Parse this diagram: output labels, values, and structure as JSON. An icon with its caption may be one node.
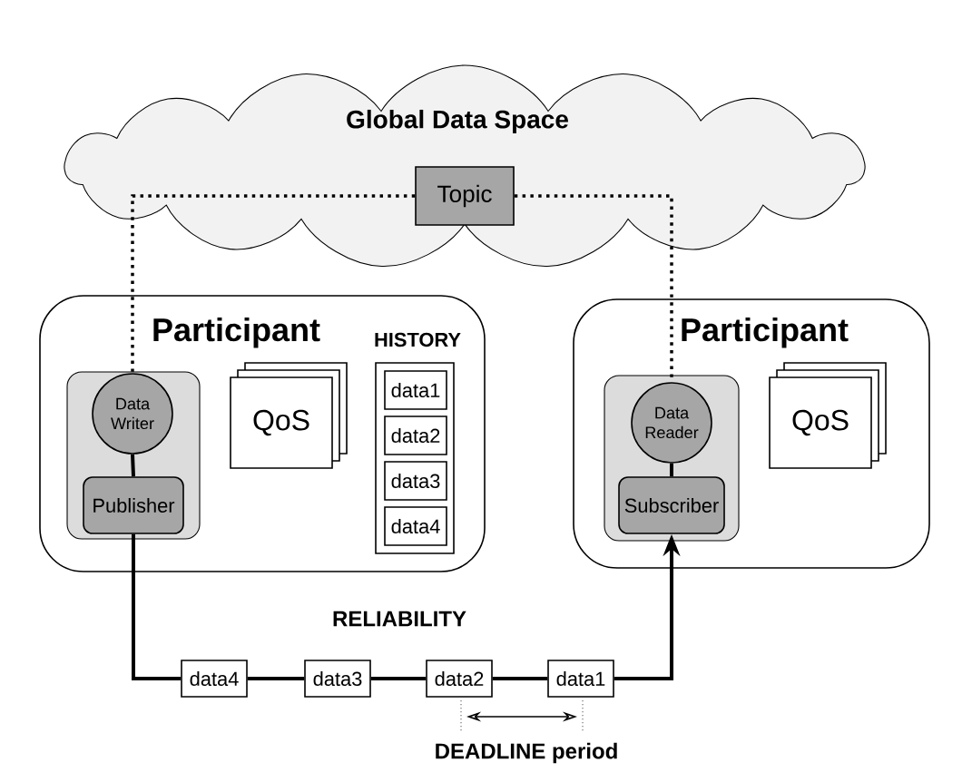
{
  "diagram": {
    "nodes": [
      {
        "text": [
          "Global Data Space"
        ]
      },
      {
        "text": [
          "Topic"
        ],
        "in": 0
      },
      {
        "text": [
          "Participant"
        ]
      },
      {
        "text": [],
        "shape": "box",
        "in": 2
      },
      {
        "text": [
          "Data Writer"
        ],
        "in": 3
      },
      {
        "text": [
          "Publisher"
        ],
        "in": 3
      },
      {
        "text": [
          "QoS"
        ],
        "in": 2
      },
      {
        "text": [
          "HISTORY"
        ],
        "in": 2
      },
      {
        "text": [
          "data1"
        ],
        "in": 7
      },
      {
        "text": [
          "data2"
        ],
        "in": 7
      },
      {
        "text": [
          "data3"
        ],
        "in": 7
      },
      {
        "text": [
          "data4"
        ],
        "in": 7
      },
      {
        "text": [
          "Participant"
        ]
      },
      {
        "text": [],
        "shape": "box",
        "in": 12
      },
      {
        "text": [
          "Data Reader"
        ],
        "in": 13
      },
      {
        "text": [
          "Subscriber"
        ],
        "in": 13
      },
      {
        "text": [
          "QoS"
        ],
        "in": 12
      },
      {
        "text": [
          "data4"
        ]
      },
      {
        "text": [
          "data3"
        ]
      },
      {
        "text": [
          "data2"
        ]
      },
      {
        "text": [
          "data1"
        ]
      }
    ],
    "edges": [
      {
        "from": 1,
        "to": 4,
        "arrow": "none",
        "style": "dashed"
      },
      {
        "from": 1,
        "to": 14,
        "arrow": "none",
        "style": "dashed"
      },
      {
        "from": 4,
        "to": 5,
        "arrow": "none"
      },
      {
        "from": 14,
        "to": 15,
        "arrow": "none"
      },
      {
        "from": 5,
        "to": 17,
        "arrow": "none"
      },
      {
        "from": 17,
        "to": 18,
        "arrow": "none"
      },
      {
        "from": 18,
        "to": 19,
        "arrow": "none"
      },
      {
        "from": 19,
        "to": 20,
        "arrow": "none"
      },
      {
        "from": 20,
        "to": 15,
        "arrow": "to"
      }
    ],
    "labels": [
      "RELIABILITY",
      "DEADLINE period"
    ]
  }
}
